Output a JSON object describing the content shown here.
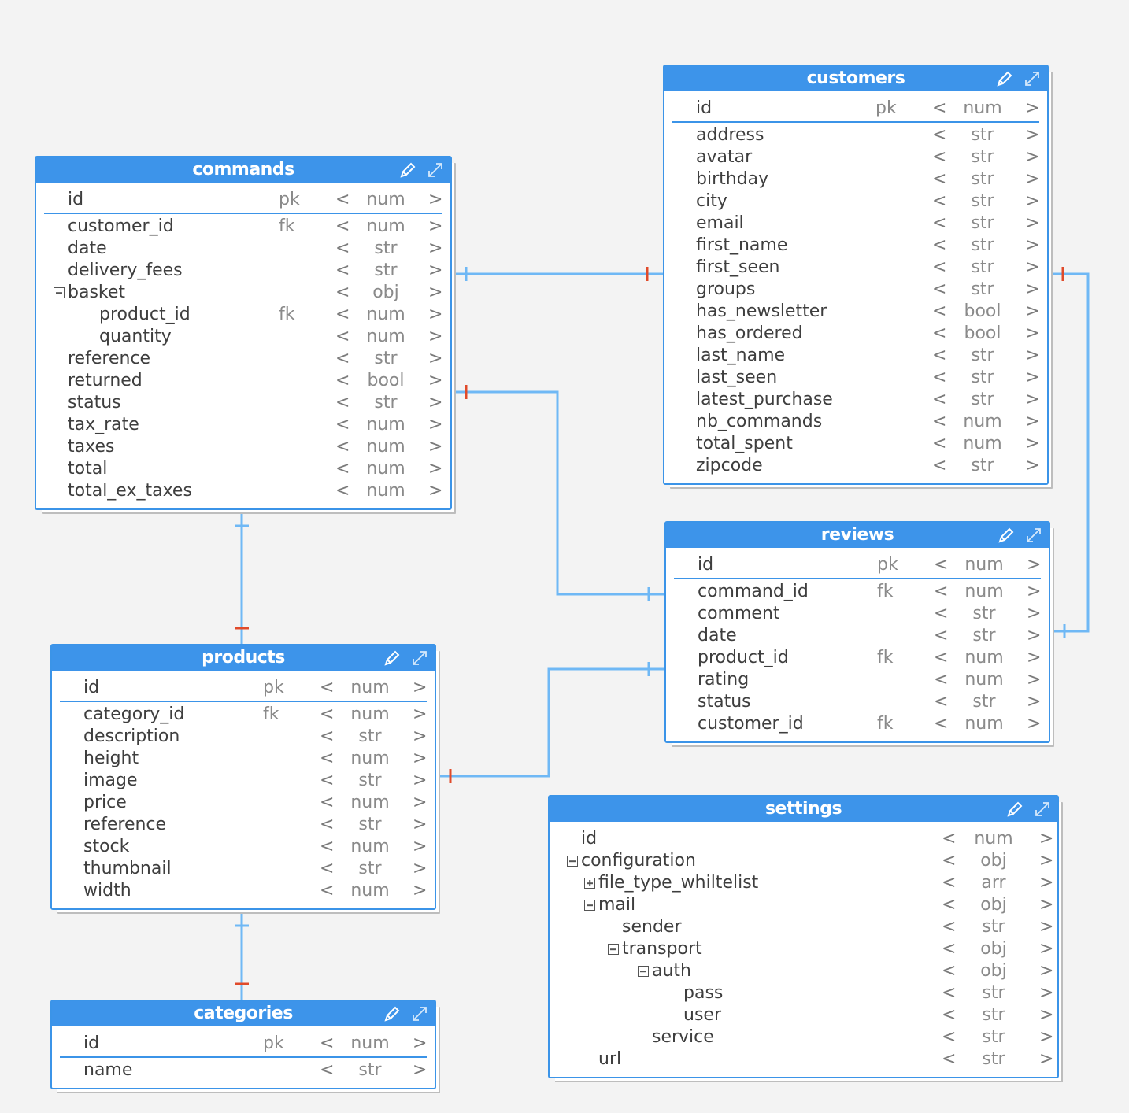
{
  "colors": {
    "header": "#3d94ea",
    "border": "#3b94e8",
    "link": "#6fb8f5",
    "cardinality_marker": "#e04a2a",
    "field_text": "#3e3e3e",
    "meta_text": "#8a8a8a"
  },
  "tables": [
    {
      "id": "commands",
      "name": "commands",
      "fields": [
        {
          "name": "id",
          "key": "pk",
          "type": "num",
          "depth": 0
        },
        {
          "name": "customer_id",
          "key": "fk",
          "type": "num",
          "depth": 0
        },
        {
          "name": "date",
          "key": "",
          "type": "str",
          "depth": 0
        },
        {
          "name": "delivery_fees",
          "key": "",
          "type": "str",
          "depth": 0
        },
        {
          "name": "basket",
          "key": "",
          "type": "obj",
          "depth": 0,
          "toggle": "minus"
        },
        {
          "name": "product_id",
          "key": "fk",
          "type": "num",
          "depth": 1
        },
        {
          "name": "quantity",
          "key": "",
          "type": "num",
          "depth": 1
        },
        {
          "name": "reference",
          "key": "",
          "type": "str",
          "depth": 0
        },
        {
          "name": "returned",
          "key": "",
          "type": "bool",
          "depth": 0
        },
        {
          "name": "status",
          "key": "",
          "type": "str",
          "depth": 0
        },
        {
          "name": "tax_rate",
          "key": "",
          "type": "num",
          "depth": 0
        },
        {
          "name": "taxes",
          "key": "",
          "type": "num",
          "depth": 0
        },
        {
          "name": "total",
          "key": "",
          "type": "num",
          "depth": 0
        },
        {
          "name": "total_ex_taxes",
          "key": "",
          "type": "num",
          "depth": 0
        }
      ]
    },
    {
      "id": "customers",
      "name": "customers",
      "fields": [
        {
          "name": "id",
          "key": "pk",
          "type": "num",
          "depth": 0
        },
        {
          "name": "address",
          "key": "",
          "type": "str",
          "depth": 0
        },
        {
          "name": "avatar",
          "key": "",
          "type": "str",
          "depth": 0
        },
        {
          "name": "birthday",
          "key": "",
          "type": "str",
          "depth": 0
        },
        {
          "name": "city",
          "key": "",
          "type": "str",
          "depth": 0
        },
        {
          "name": "email",
          "key": "",
          "type": "str",
          "depth": 0
        },
        {
          "name": "first_name",
          "key": "",
          "type": "str",
          "depth": 0
        },
        {
          "name": "first_seen",
          "key": "",
          "type": "str",
          "depth": 0
        },
        {
          "name": "groups",
          "key": "",
          "type": "str",
          "depth": 0
        },
        {
          "name": "has_newsletter",
          "key": "",
          "type": "bool",
          "depth": 0
        },
        {
          "name": "has_ordered",
          "key": "",
          "type": "bool",
          "depth": 0
        },
        {
          "name": "last_name",
          "key": "",
          "type": "str",
          "depth": 0
        },
        {
          "name": "last_seen",
          "key": "",
          "type": "str",
          "depth": 0
        },
        {
          "name": "latest_purchase",
          "key": "",
          "type": "str",
          "depth": 0
        },
        {
          "name": "nb_commands",
          "key": "",
          "type": "num",
          "depth": 0
        },
        {
          "name": "total_spent",
          "key": "",
          "type": "num",
          "depth": 0
        },
        {
          "name": "zipcode",
          "key": "",
          "type": "str",
          "depth": 0
        }
      ]
    },
    {
      "id": "reviews",
      "name": "reviews",
      "fields": [
        {
          "name": "id",
          "key": "pk",
          "type": "num",
          "depth": 0
        },
        {
          "name": "command_id",
          "key": "fk",
          "type": "num",
          "depth": 0
        },
        {
          "name": "comment",
          "key": "",
          "type": "str",
          "depth": 0
        },
        {
          "name": "date",
          "key": "",
          "type": "str",
          "depth": 0
        },
        {
          "name": "product_id",
          "key": "fk",
          "type": "num",
          "depth": 0
        },
        {
          "name": "rating",
          "key": "",
          "type": "num",
          "depth": 0
        },
        {
          "name": "status",
          "key": "",
          "type": "str",
          "depth": 0
        },
        {
          "name": "customer_id",
          "key": "fk",
          "type": "num",
          "depth": 0
        }
      ]
    },
    {
      "id": "products",
      "name": "products",
      "fields": [
        {
          "name": "id",
          "key": "pk",
          "type": "num",
          "depth": 0
        },
        {
          "name": "category_id",
          "key": "fk",
          "type": "num",
          "depth": 0
        },
        {
          "name": "description",
          "key": "",
          "type": "str",
          "depth": 0
        },
        {
          "name": "height",
          "key": "",
          "type": "num",
          "depth": 0
        },
        {
          "name": "image",
          "key": "",
          "type": "str",
          "depth": 0
        },
        {
          "name": "price",
          "key": "",
          "type": "num",
          "depth": 0
        },
        {
          "name": "reference",
          "key": "",
          "type": "str",
          "depth": 0
        },
        {
          "name": "stock",
          "key": "",
          "type": "num",
          "depth": 0
        },
        {
          "name": "thumbnail",
          "key": "",
          "type": "str",
          "depth": 0
        },
        {
          "name": "width",
          "key": "",
          "type": "num",
          "depth": 0
        }
      ]
    },
    {
      "id": "categories",
      "name": "categories",
      "fields": [
        {
          "name": "id",
          "key": "pk",
          "type": "num",
          "depth": 0
        },
        {
          "name": "name",
          "key": "",
          "type": "str",
          "depth": 0
        }
      ]
    },
    {
      "id": "settings",
      "name": "settings",
      "fields": [
        {
          "name": "id",
          "key": "",
          "type": "num",
          "depth": 0
        },
        {
          "name": "configuration",
          "key": "",
          "type": "obj",
          "depth": 0,
          "toggle": "minus"
        },
        {
          "name": "file_type_whiltelist",
          "key": "",
          "type": "arr",
          "depth": 1,
          "toggle": "plus"
        },
        {
          "name": "mail",
          "key": "",
          "type": "obj",
          "depth": 1,
          "toggle": "minus"
        },
        {
          "name": "sender",
          "key": "",
          "type": "str",
          "depth": 2
        },
        {
          "name": "transport",
          "key": "",
          "type": "obj",
          "depth": 2,
          "toggle": "minus"
        },
        {
          "name": "auth",
          "key": "",
          "type": "obj",
          "depth": 3,
          "toggle": "minus"
        },
        {
          "name": "pass",
          "key": "",
          "type": "str",
          "depth": 4
        },
        {
          "name": "user",
          "key": "",
          "type": "str",
          "depth": 4
        },
        {
          "name": "service",
          "key": "",
          "type": "str",
          "depth": 3
        },
        {
          "name": "url",
          "key": "",
          "type": "str",
          "depth": 1
        }
      ]
    }
  ],
  "relations": [
    {
      "from": "commands.customer_id",
      "to": "customers.id"
    },
    {
      "from": "reviews.command_id",
      "to": "commands.id"
    },
    {
      "from": "reviews.customer_id",
      "to": "customers.id"
    },
    {
      "from": "reviews.product_id",
      "to": "products.id"
    },
    {
      "from": "commands.basket.product_id",
      "to": "products.id"
    },
    {
      "from": "products.category_id",
      "to": "categories.id"
    }
  ]
}
